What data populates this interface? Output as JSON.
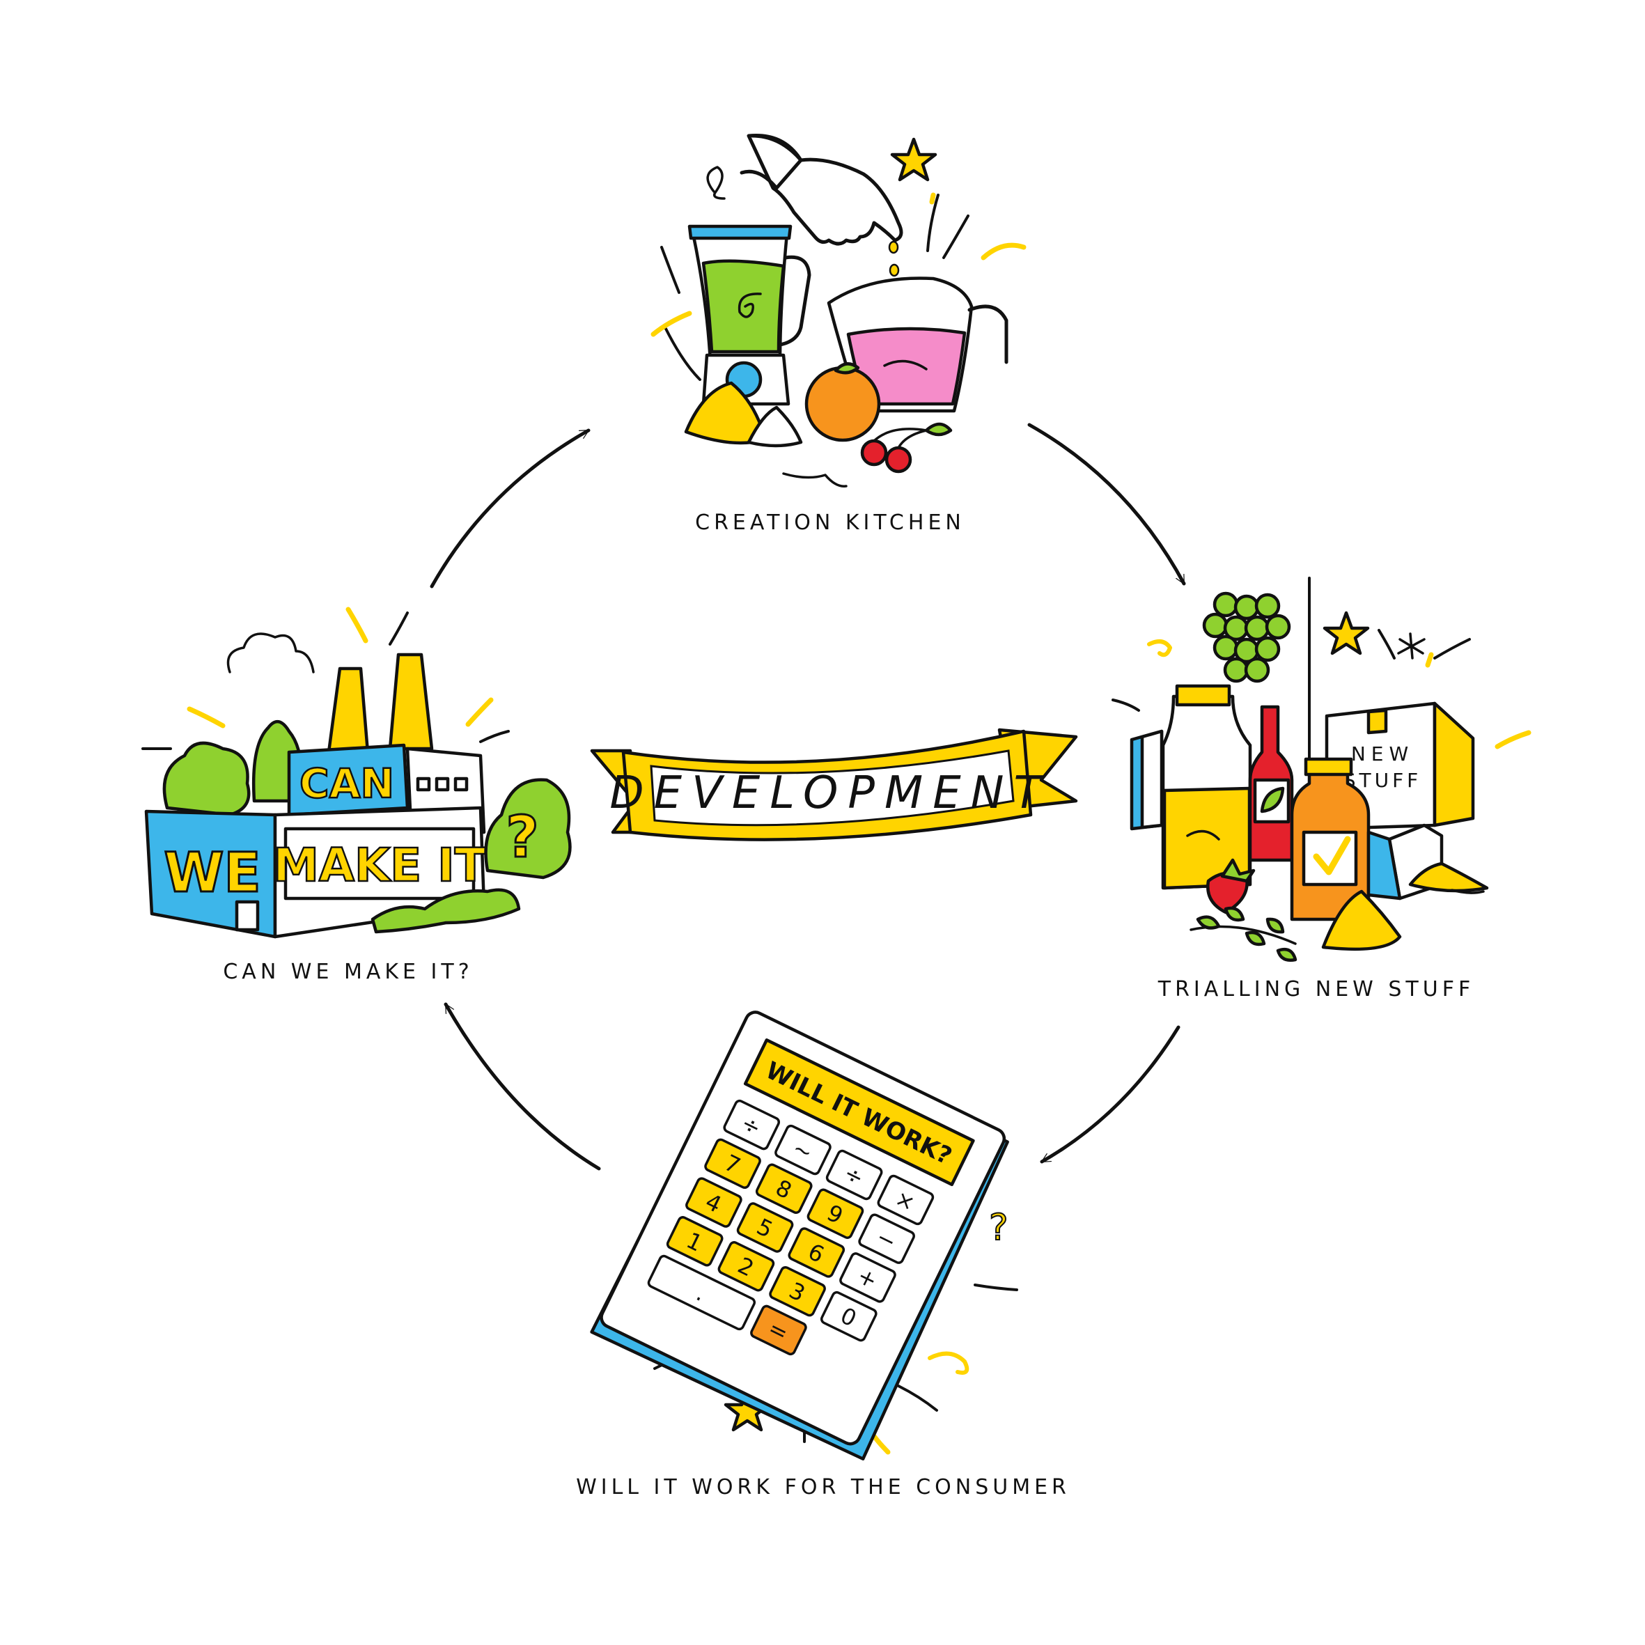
{
  "center_label": "DEVELOPMENT",
  "stages": [
    {
      "id": "creation-kitchen",
      "label": "CREATION KITCHEN"
    },
    {
      "id": "trialling-new-stuff",
      "label": "TRIALLING NEW STUFF"
    },
    {
      "id": "will-it-work",
      "label": "WILL IT WORK FOR THE CONSUMER"
    },
    {
      "id": "can-we-make-it",
      "label": "CAN WE MAKE IT?"
    }
  ],
  "factory_text": {
    "line1": "CAN",
    "word_we": "WE",
    "word_make_it": "MAKE IT",
    "mark": "?"
  },
  "box_text": {
    "line1": "NEW",
    "line2": "STUFF"
  },
  "calculator": {
    "screen": "WILL IT WORK?",
    "keys": [
      "÷",
      "~",
      "÷",
      "×",
      "7",
      "8",
      "9",
      "−",
      "4",
      "5",
      "6",
      "+",
      "1",
      "2",
      "3",
      "0",
      ".",
      "="
    ]
  },
  "colors": {
    "yellow": "#ffd400",
    "blue": "#3db6ea",
    "green": "#8fd12f",
    "pink": "#f58cc9",
    "orange": "#f7941d",
    "red": "#e4212c"
  }
}
